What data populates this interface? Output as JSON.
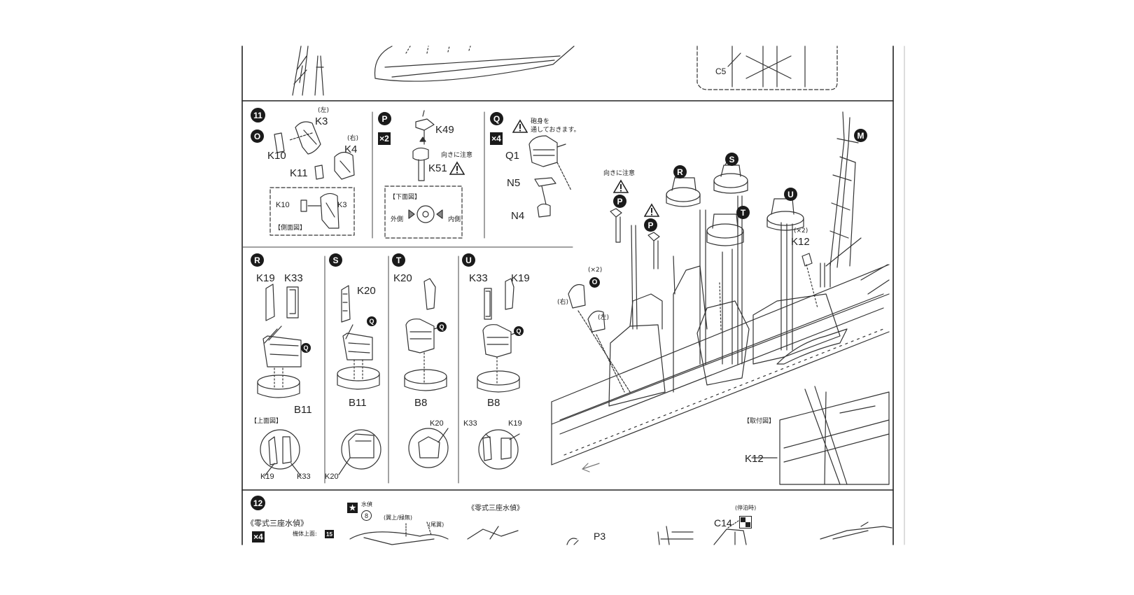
{
  "top_strip": {
    "labels": [
      "C5"
    ]
  },
  "step11": {
    "number": "11",
    "sub_o": {
      "badge": "O",
      "parts": [
        "K3",
        "K4",
        "K10",
        "K11"
      ],
      "left_note": "(左)",
      "right_note": "(右)",
      "side_view": {
        "label": "【側面図】",
        "parts": [
          "K10",
          "K3"
        ]
      }
    },
    "sub_p": {
      "badge": "P",
      "qty": "×2",
      "parts": [
        "K49",
        "K51"
      ],
      "caution": "向きに注意",
      "bottom_view": {
        "label": "【下面図】",
        "outer": "外側",
        "inner": "内側"
      }
    },
    "sub_q": {
      "badge": "Q",
      "qty": "×4",
      "parts": [
        "Q1",
        "N5",
        "N4"
      ],
      "note_line1": "砲身を",
      "note_line2": "通しておきます。"
    },
    "main_view": {
      "caution": "向きに注意",
      "badges": [
        "R",
        "S",
        "P",
        "T",
        "U",
        "P",
        "M",
        "O"
      ],
      "count_x2": "(×2)",
      "left_note": "(右)",
      "right_note": "(左)",
      "k12": "K12",
      "inset_label": "【取付図】"
    },
    "sub_r": {
      "badge": "R",
      "parts": [
        "K19",
        "K33",
        "B11"
      ],
      "top_view": "【上面図】",
      "inset_parts": [
        "K19",
        "K33"
      ]
    },
    "sub_s": {
      "badge": "S",
      "parts": [
        "K20",
        "B11"
      ],
      "inset_parts": [
        "K20"
      ]
    },
    "sub_t": {
      "badge": "T",
      "parts": [
        "K20",
        "B8"
      ],
      "inset_parts": [
        "K20"
      ]
    },
    "sub_u": {
      "badge": "U",
      "parts": [
        "K33",
        "K19",
        "B8"
      ],
      "inset_parts": [
        "K33",
        "K19"
      ]
    },
    "q_badge": "Q"
  },
  "step12": {
    "number": "12",
    "title": "《零式三座水偵》",
    "qty": "×4",
    "line1": "機体上面:",
    "line1_num": "15",
    "plane_label": "水偵",
    "plane_num": "8",
    "wing_note": "(翼上/緑無)",
    "tail_note": "(尾翼)",
    "title2": "《零式三座水偵》",
    "p3": "P3",
    "c14": "C14",
    "moored": "(停泊時)"
  }
}
